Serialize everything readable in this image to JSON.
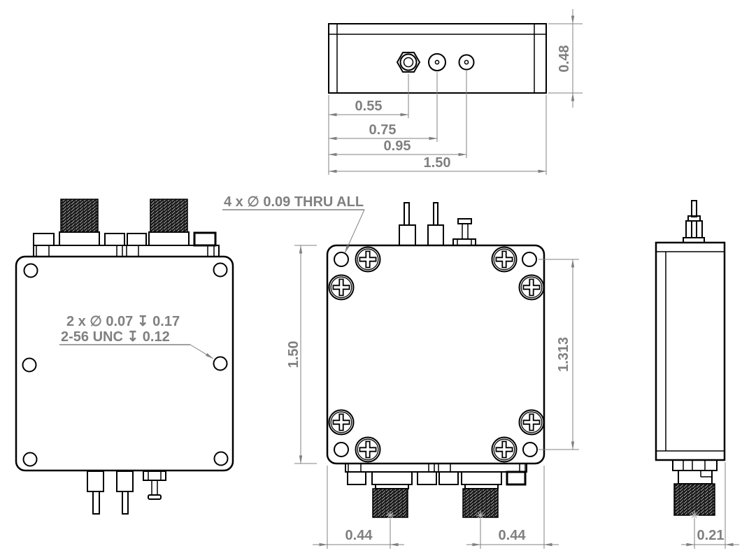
{
  "views": {
    "top_view": {
      "dims": {
        "hex_offset": "0.55",
        "pin1_offset": "0.75",
        "pin2_offset": "0.95",
        "overall_width": "1.50",
        "overall_depth": "0.48"
      }
    },
    "front_view": {
      "tap_note_line1": "2 x ∅ 0.07 ↧ 0.17",
      "tap_note_line2": "2-56 UNC ↧ 0.12"
    },
    "plan_view": {
      "hole_note": "4 x ∅ 0.09 THRU ALL",
      "dims": {
        "overall_height": "1.50",
        "hole_spacing": "1.313",
        "sma_left_offset": "0.44",
        "sma_right_offset": "0.44"
      }
    },
    "side_view": {
      "dims": {
        "sma_offset": "0.21"
      }
    },
    "colors": {
      "drawing_line": "#000000",
      "dimension": "#808080",
      "background": "#ffffff"
    }
  }
}
